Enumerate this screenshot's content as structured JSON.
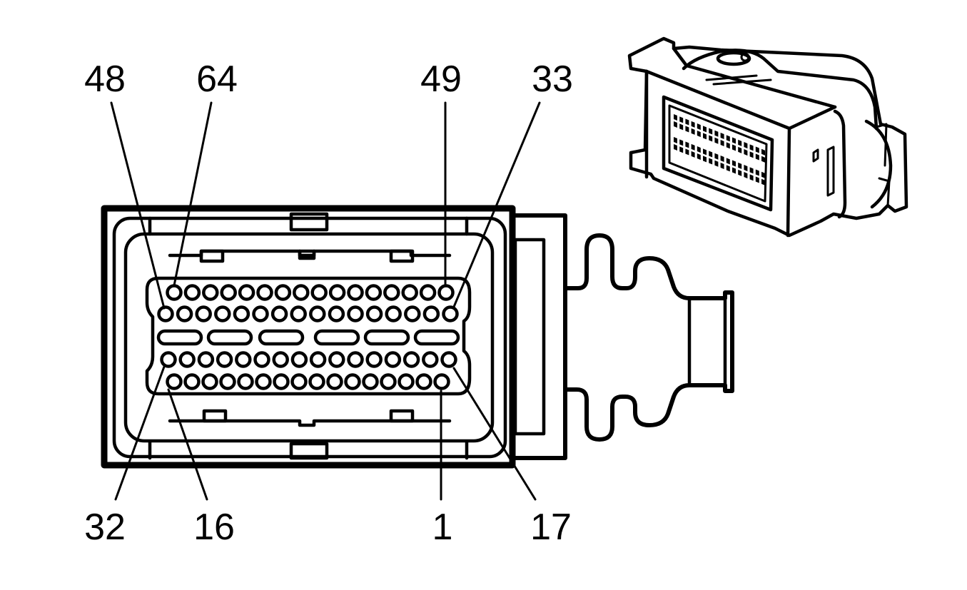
{
  "labels": {
    "pin_48": "48",
    "pin_64": "64",
    "pin_49": "49",
    "pin_33": "33",
    "pin_32": "32",
    "pin_16": "16",
    "pin_1": "1",
    "pin_17": "17"
  },
  "connector": {
    "rows": [
      {
        "name": "row-top-inner",
        "pins": 16
      },
      {
        "name": "row-top",
        "pins": 16
      },
      {
        "name": "row-bottom",
        "pins": 16
      },
      {
        "name": "row-bottom-inner",
        "pins": 16
      }
    ],
    "slots": 6
  },
  "colors": {
    "line": "#000000",
    "background": "#ffffff"
  }
}
